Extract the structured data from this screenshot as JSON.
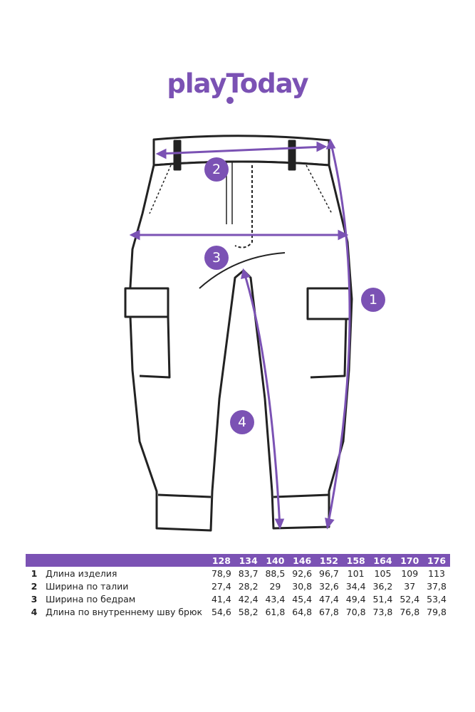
{
  "brand": {
    "logo_text": "playToday",
    "accent": "#7b52b4"
  },
  "diagram": {
    "badges": [
      {
        "num": "1",
        "meaning": "Длина изделия"
      },
      {
        "num": "2",
        "meaning": "Ширина по талии"
      },
      {
        "num": "3",
        "meaning": "Ширина по бедрам"
      },
      {
        "num": "4",
        "meaning": "Длина по внутреннему шву брюк"
      }
    ]
  },
  "table": {
    "sizes": [
      "128",
      "134",
      "140",
      "146",
      "152",
      "158",
      "164",
      "170",
      "176"
    ],
    "rows": [
      {
        "num": "1",
        "label": "Длина изделия",
        "values": [
          "78,9",
          "83,7",
          "88,5",
          "92,6",
          "96,7",
          "101",
          "105",
          "109",
          "113"
        ]
      },
      {
        "num": "2",
        "label": "Ширина по талии",
        "values": [
          "27,4",
          "28,2",
          "29",
          "30,8",
          "32,6",
          "34,4",
          "36,2",
          "37",
          "37,8"
        ]
      },
      {
        "num": "3",
        "label": "Ширина по бедрам",
        "values": [
          "41,4",
          "42,4",
          "43,4",
          "45,4",
          "47,4",
          "49,4",
          "51,4",
          "52,4",
          "53,4"
        ]
      },
      {
        "num": "4",
        "label": "Длина по внутреннему шву брюк",
        "values": [
          "54,6",
          "58,2",
          "61,8",
          "64,8",
          "67,8",
          "70,8",
          "73,8",
          "76,8",
          "79,8"
        ]
      }
    ]
  }
}
